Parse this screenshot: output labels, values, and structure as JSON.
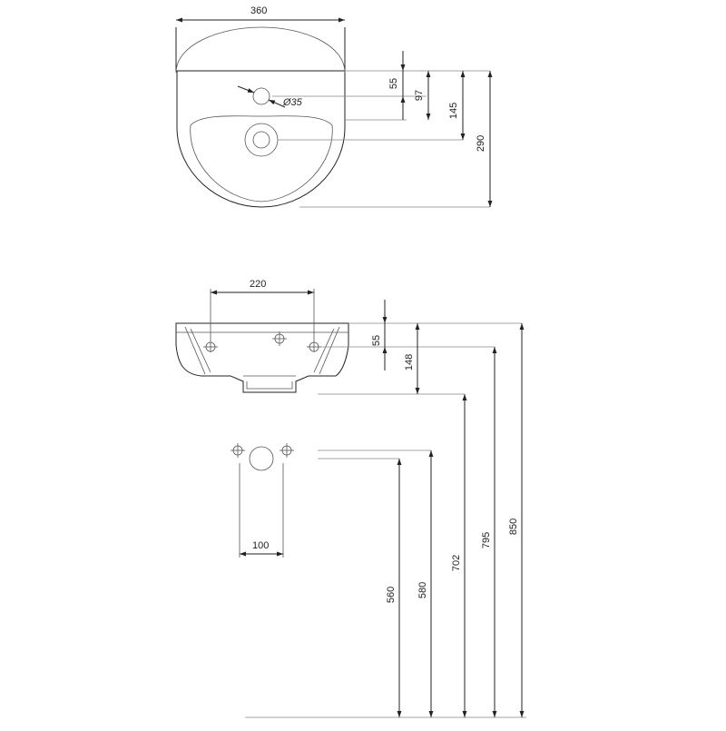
{
  "top_view": {
    "width": "360",
    "tap_hole_diameter": "Ø35",
    "dim_55": "55",
    "dim_97": "97",
    "dim_145": "145",
    "dim_290": "290"
  },
  "front_view": {
    "fixing_spacing": "220",
    "dim_55": "55",
    "dim_148": "148"
  },
  "wall_view": {
    "waste_width": "100"
  },
  "heights": {
    "h560": "560",
    "h580": "580",
    "h702": "702",
    "h795": "795",
    "h850": "850"
  }
}
